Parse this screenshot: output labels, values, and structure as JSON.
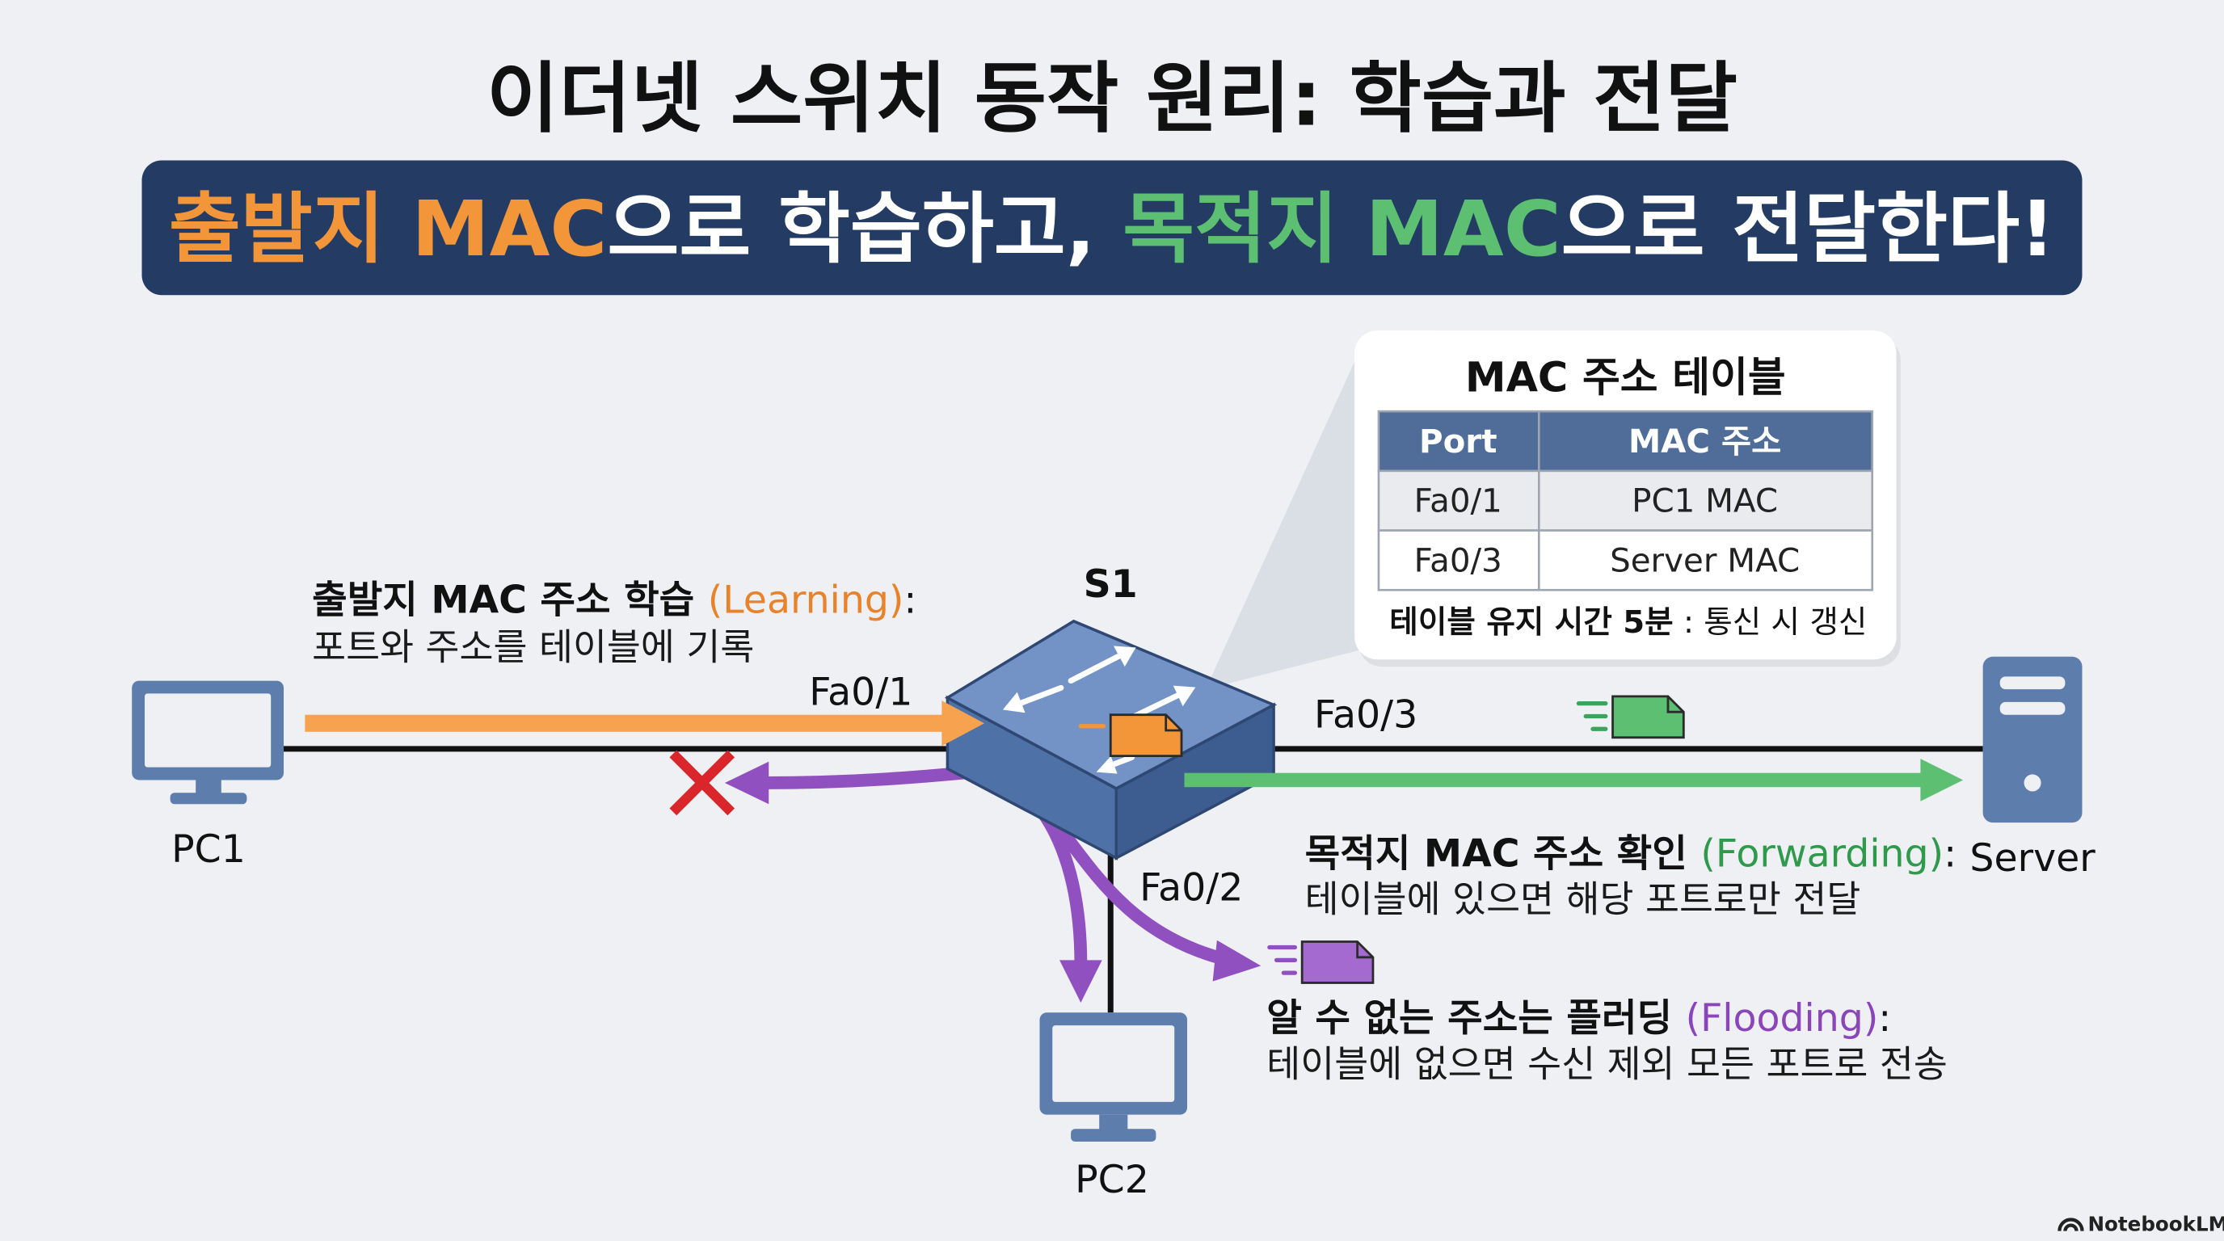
{
  "title": "이더넷 스위치 동작 원리: 학습과 전달",
  "banner": {
    "learn_key": "출발지 MAC",
    "learn_rest": "으로 학습하고, ",
    "forward_key": "목적지 MAC",
    "forward_rest": "으로 전달한다!"
  },
  "mac_table": {
    "title": "MAC 주소 테이블",
    "headers": [
      "Port",
      "MAC 주소"
    ],
    "rows": [
      [
        "Fa0/1",
        "PC1 MAC"
      ],
      [
        "Fa0/3",
        "Server MAC"
      ]
    ],
    "footer_bold": "테이블 유지 시간 5분",
    "footer_rest": " : 통신 시 갱신"
  },
  "switch": {
    "label": "S1"
  },
  "ports": {
    "fa0_1": "Fa0/1",
    "fa0_2": "Fa0/2",
    "fa0_3": "Fa0/3"
  },
  "devices": {
    "pc1": "PC1",
    "pc2": "PC2",
    "server": "Server"
  },
  "learning": {
    "heading": "출발지 MAC 주소 학습 ",
    "term": "(Learning)",
    "colon": ":",
    "description": "포트와 주소를 테이블에 기록"
  },
  "forwarding": {
    "heading": "목적지 MAC 주소 확인 ",
    "term": "(Forwarding)",
    "colon": ":",
    "description": "테이블에 있으면 해당 포트로만 전달"
  },
  "flooding": {
    "heading": "알 수 없는 주소는 플러딩 ",
    "term": "(Flooding)",
    "colon": ":",
    "description": "테이블에 없으면 수신 제외 모든 포트로 전송"
  },
  "watermark": "NotebookLM",
  "icons": {
    "pc1": "desktop-monitor-icon",
    "pc2": "desktop-monitor-icon",
    "server": "server-tower-icon",
    "switch": "network-switch-icon",
    "frame": "frame-envelope-icon",
    "blocked": "red-x-icon",
    "watermark": "notebooklm-logo-icon"
  },
  "colors": {
    "background": "#eef0f4",
    "banner": "#243b63",
    "learning": "#f3963a",
    "forwarding": "#5cbf72",
    "flooding": "#9150c0",
    "blocked": "#d9262b",
    "device": "#5d7dad",
    "table_header": "#4f6d98"
  }
}
